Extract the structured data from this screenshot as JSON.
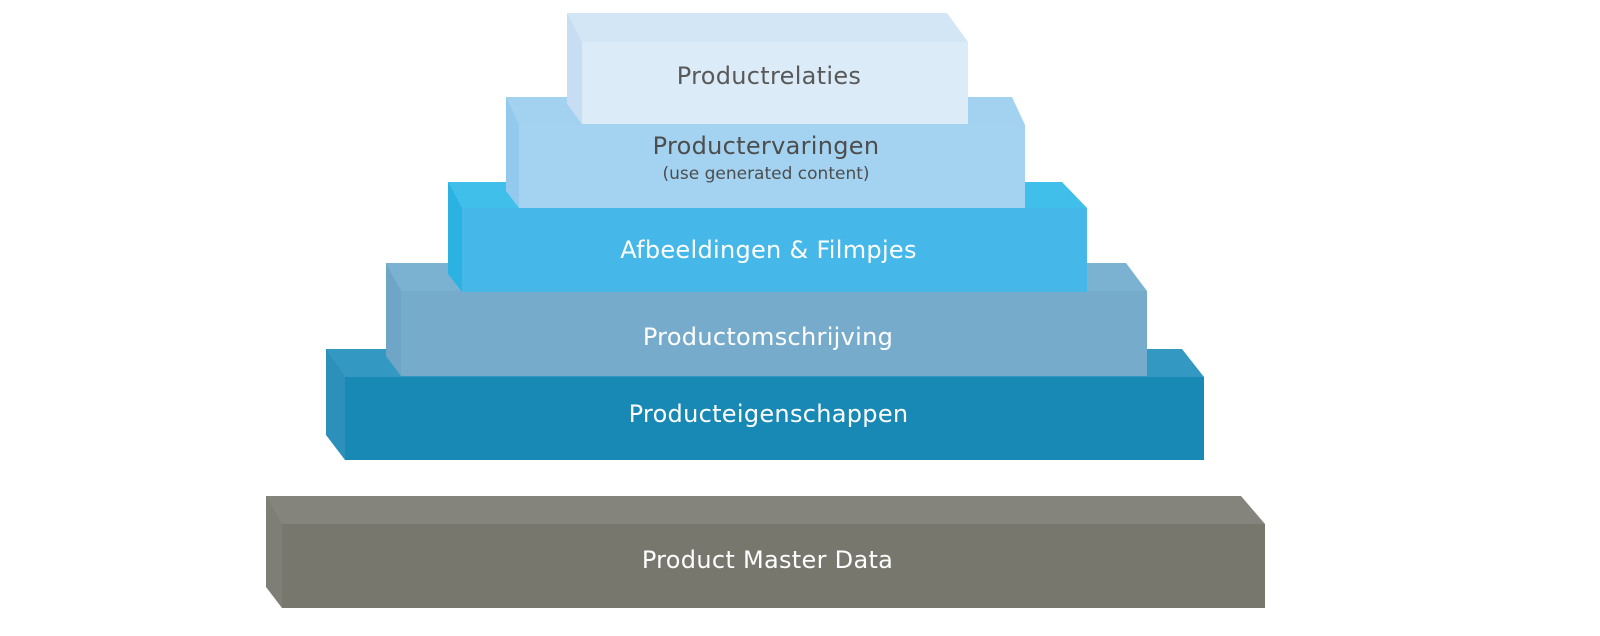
{
  "diagram": {
    "type": "stacked-pyramid",
    "layers": [
      {
        "id": "productrelaties",
        "label": "Productrelaties",
        "sublabel": "",
        "colors": {
          "top": "#d3e6f6",
          "side": "#c7def2",
          "front": "#dbebf8",
          "text": "#595959"
        }
      },
      {
        "id": "productervaringen",
        "label": "Productervaringen",
        "sublabel": "(use generated content)",
        "colors": {
          "top": "#a2d2f0",
          "side": "#93c9ec",
          "front": "#a3d3f1",
          "text": "#4d4d4d"
        }
      },
      {
        "id": "afbeeldingen",
        "label": "Afbeeldingen & Filmpjes",
        "sublabel": "",
        "colors": {
          "top": "#3fbfea",
          "side": "#2cb2e2",
          "front": "#45b8e9",
          "text": "#ffffff"
        }
      },
      {
        "id": "productomschrijving",
        "label": "Productomschrijving",
        "sublabel": "",
        "colors": {
          "top": "#7cb2d1",
          "side": "#6fa6c8",
          "front": "#77abcc",
          "text": "#ffffff"
        }
      },
      {
        "id": "producteigenschappen",
        "label": "Producteigenschappen",
        "sublabel": "",
        "colors": {
          "top": "#3499c2",
          "side": "#2c90ba",
          "front": "#1888b5",
          "text": "#ffffff"
        }
      },
      {
        "id": "product-master-data",
        "label": "Product Master Data",
        "sublabel": "",
        "colors": {
          "top": "#85847c",
          "side": "#7f7e76",
          "front": "#77776d",
          "text": "#ffffff"
        }
      }
    ]
  }
}
